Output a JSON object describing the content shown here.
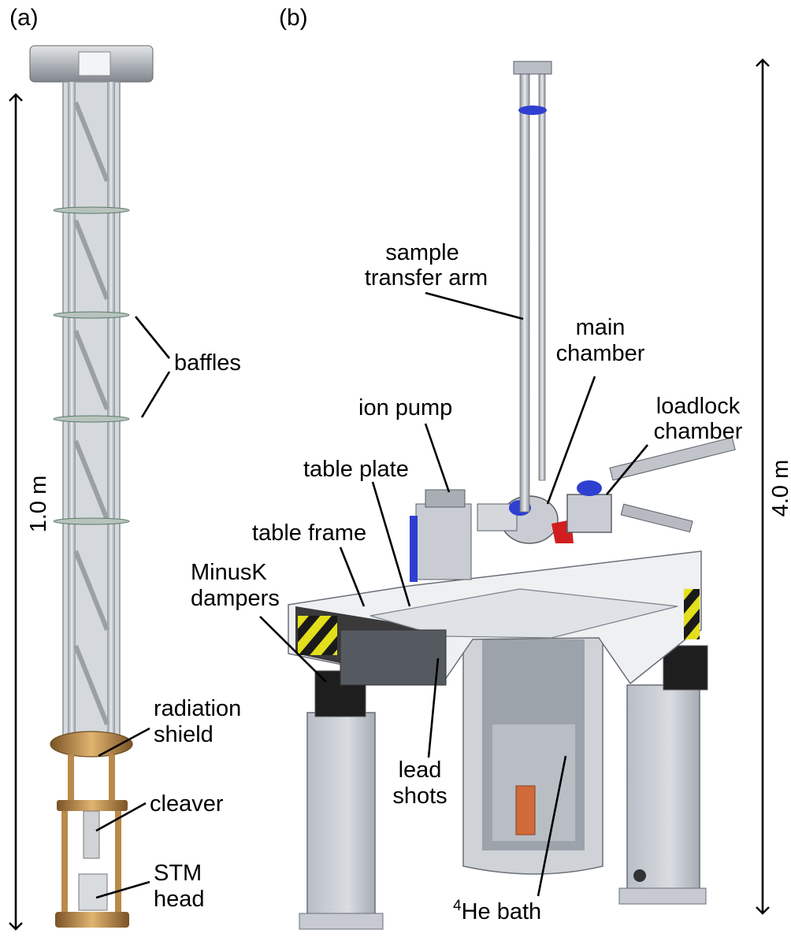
{
  "panels": {
    "a": "(a)",
    "b": "(b)"
  },
  "dimensions": {
    "insert_height": "1.0 m",
    "system_height": "4.0 m"
  },
  "labels": {
    "baffles": "baffles",
    "radiation_shield_1": "radiation",
    "radiation_shield_2": "shield",
    "cleaver": "cleaver",
    "stm_head_1": "STM",
    "stm_head_2": "head",
    "sample_transfer_arm_1": "sample",
    "sample_transfer_arm_2": "transfer arm",
    "main_chamber_1": "main",
    "main_chamber_2": "chamber",
    "ion_pump": "ion pump",
    "loadlock_chamber_1": "loadlock",
    "loadlock_chamber_2": "chamber",
    "table_plate": "table plate",
    "table_frame": "table frame",
    "minusk_dampers_1": "MinusK",
    "minusk_dampers_2": "dampers",
    "lead_shots_1": "lead",
    "lead_shots_2": "shots",
    "he_bath_sup": "4",
    "he_bath": "He bath"
  },
  "colors": {
    "steel": "#c9cdd3",
    "steel_dark": "#8d949c",
    "brass": "#b98a4a",
    "flange_blue": "#2f3fd0",
    "valve_red": "#d01e1e",
    "copper": "#d06a3a",
    "hazard_yellow": "#e3df1a"
  }
}
